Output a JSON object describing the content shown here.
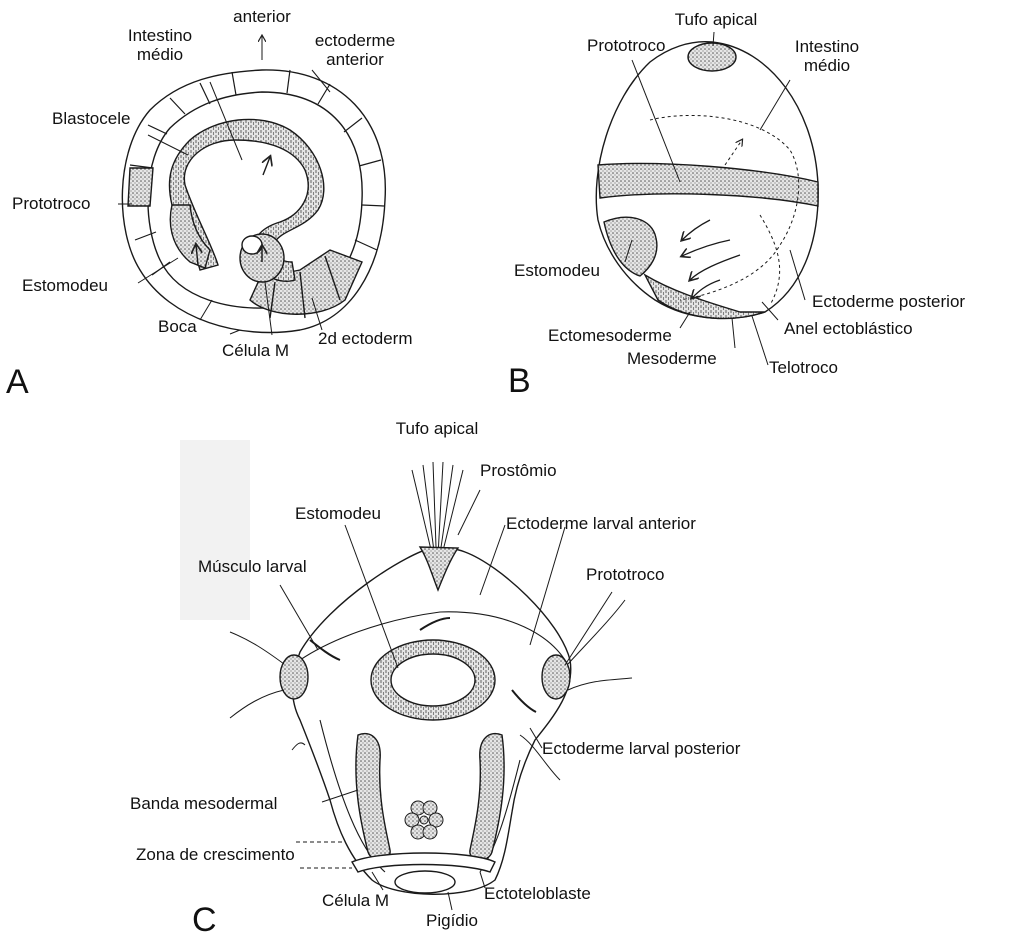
{
  "panels": {
    "a": "A",
    "b": "B",
    "c": "C"
  },
  "colors": {
    "ink": "#1a1a1a",
    "stipple": "#cfcfcf",
    "paper_gray": "#f2f2f2"
  },
  "panel_a": {
    "anterior": "anterior",
    "intestino_medio": "Intestino\nmédio",
    "ectoderme_anterior": "ectoderme\nanterior",
    "blastocele": "Blastocele",
    "prototroco": "Prototroco",
    "estomodeu": "Estomodeu",
    "boca": "Boca",
    "celula_m": "Célula M",
    "ectoderm_2d": "2d ectoderm"
  },
  "panel_b": {
    "tufo_apical": "Tufo apical",
    "prototroco": "Prototroco",
    "intestino_medio": "Intestino\nmédio",
    "estomodeu": "Estomodeu",
    "ectoderme_posterior": "Ectoderme posterior",
    "ectomesoderme": "Ectomesoderme",
    "anel_ectoblastico": "Anel ectoblástico",
    "mesoderme": "Mesoderme",
    "telotroco": "Telotroco"
  },
  "panel_c": {
    "tufo_apical": "Tufo apical",
    "prostomio": "Prostômio",
    "estomodeu": "Estomodeu",
    "ectoderme_larval_anterior": "Ectoderme larval anterior",
    "musculo_larval": "Músculo larval",
    "prototroco": "Prototroco",
    "ectoderme_larval_posterior": "Ectoderme larval posterior",
    "banda_mesodermal": "Banda mesodermal",
    "zona_de_crescimento": "Zona de crescimento",
    "celula_m": "Célula M",
    "pigidio": "Pigídio",
    "ectoteloblaste": "Ectoteloblaste"
  }
}
